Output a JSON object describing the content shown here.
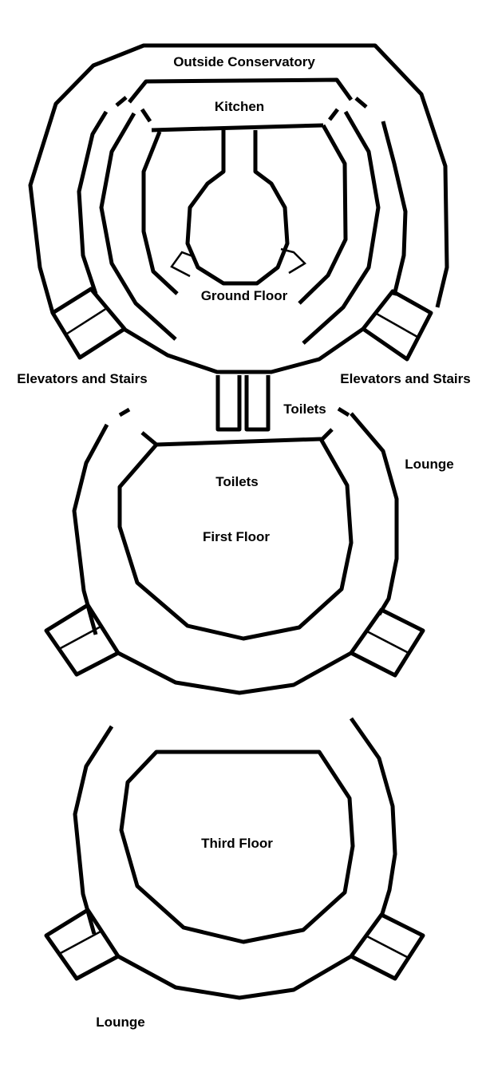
{
  "labels": {
    "outside_conservatory": "Outside Conservatory",
    "kitchen": "Kitchen",
    "ground_floor": "Ground Floor",
    "elevators_left": "Elevators and Stairs",
    "elevators_right": "Elevators and Stairs",
    "toilets_ground": "Toilets",
    "lounge_first": "Lounge",
    "toilets_first": "Toilets",
    "first_floor": "First Floor",
    "third_floor": "Third Floor",
    "lounge_third": "Lounge"
  },
  "colors": {
    "line": "#000000",
    "background": "#ffffff"
  }
}
